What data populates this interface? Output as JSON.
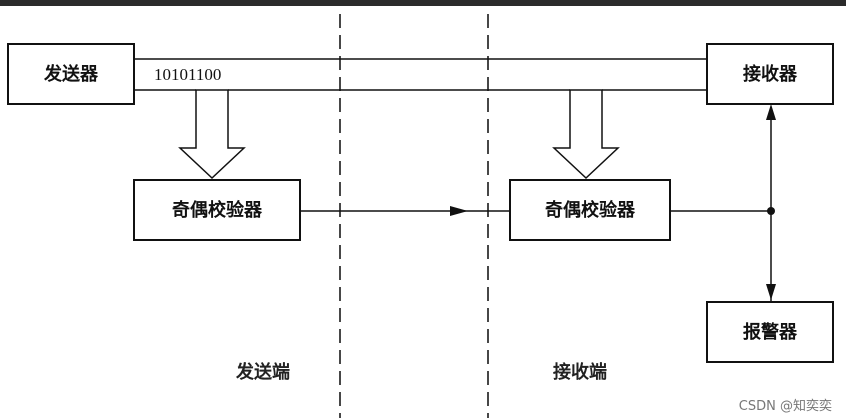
{
  "nodes": {
    "sender": "发送器",
    "receiver": "接收器",
    "parity_checker_send": "奇偶校验器",
    "parity_checker_recv": "奇偶校验器",
    "alarm": "报警器"
  },
  "data_bits": "10101100",
  "regions": {
    "send_side": "发送端",
    "recv_side": "接收端"
  },
  "watermark": "CSDN @知奕奕"
}
